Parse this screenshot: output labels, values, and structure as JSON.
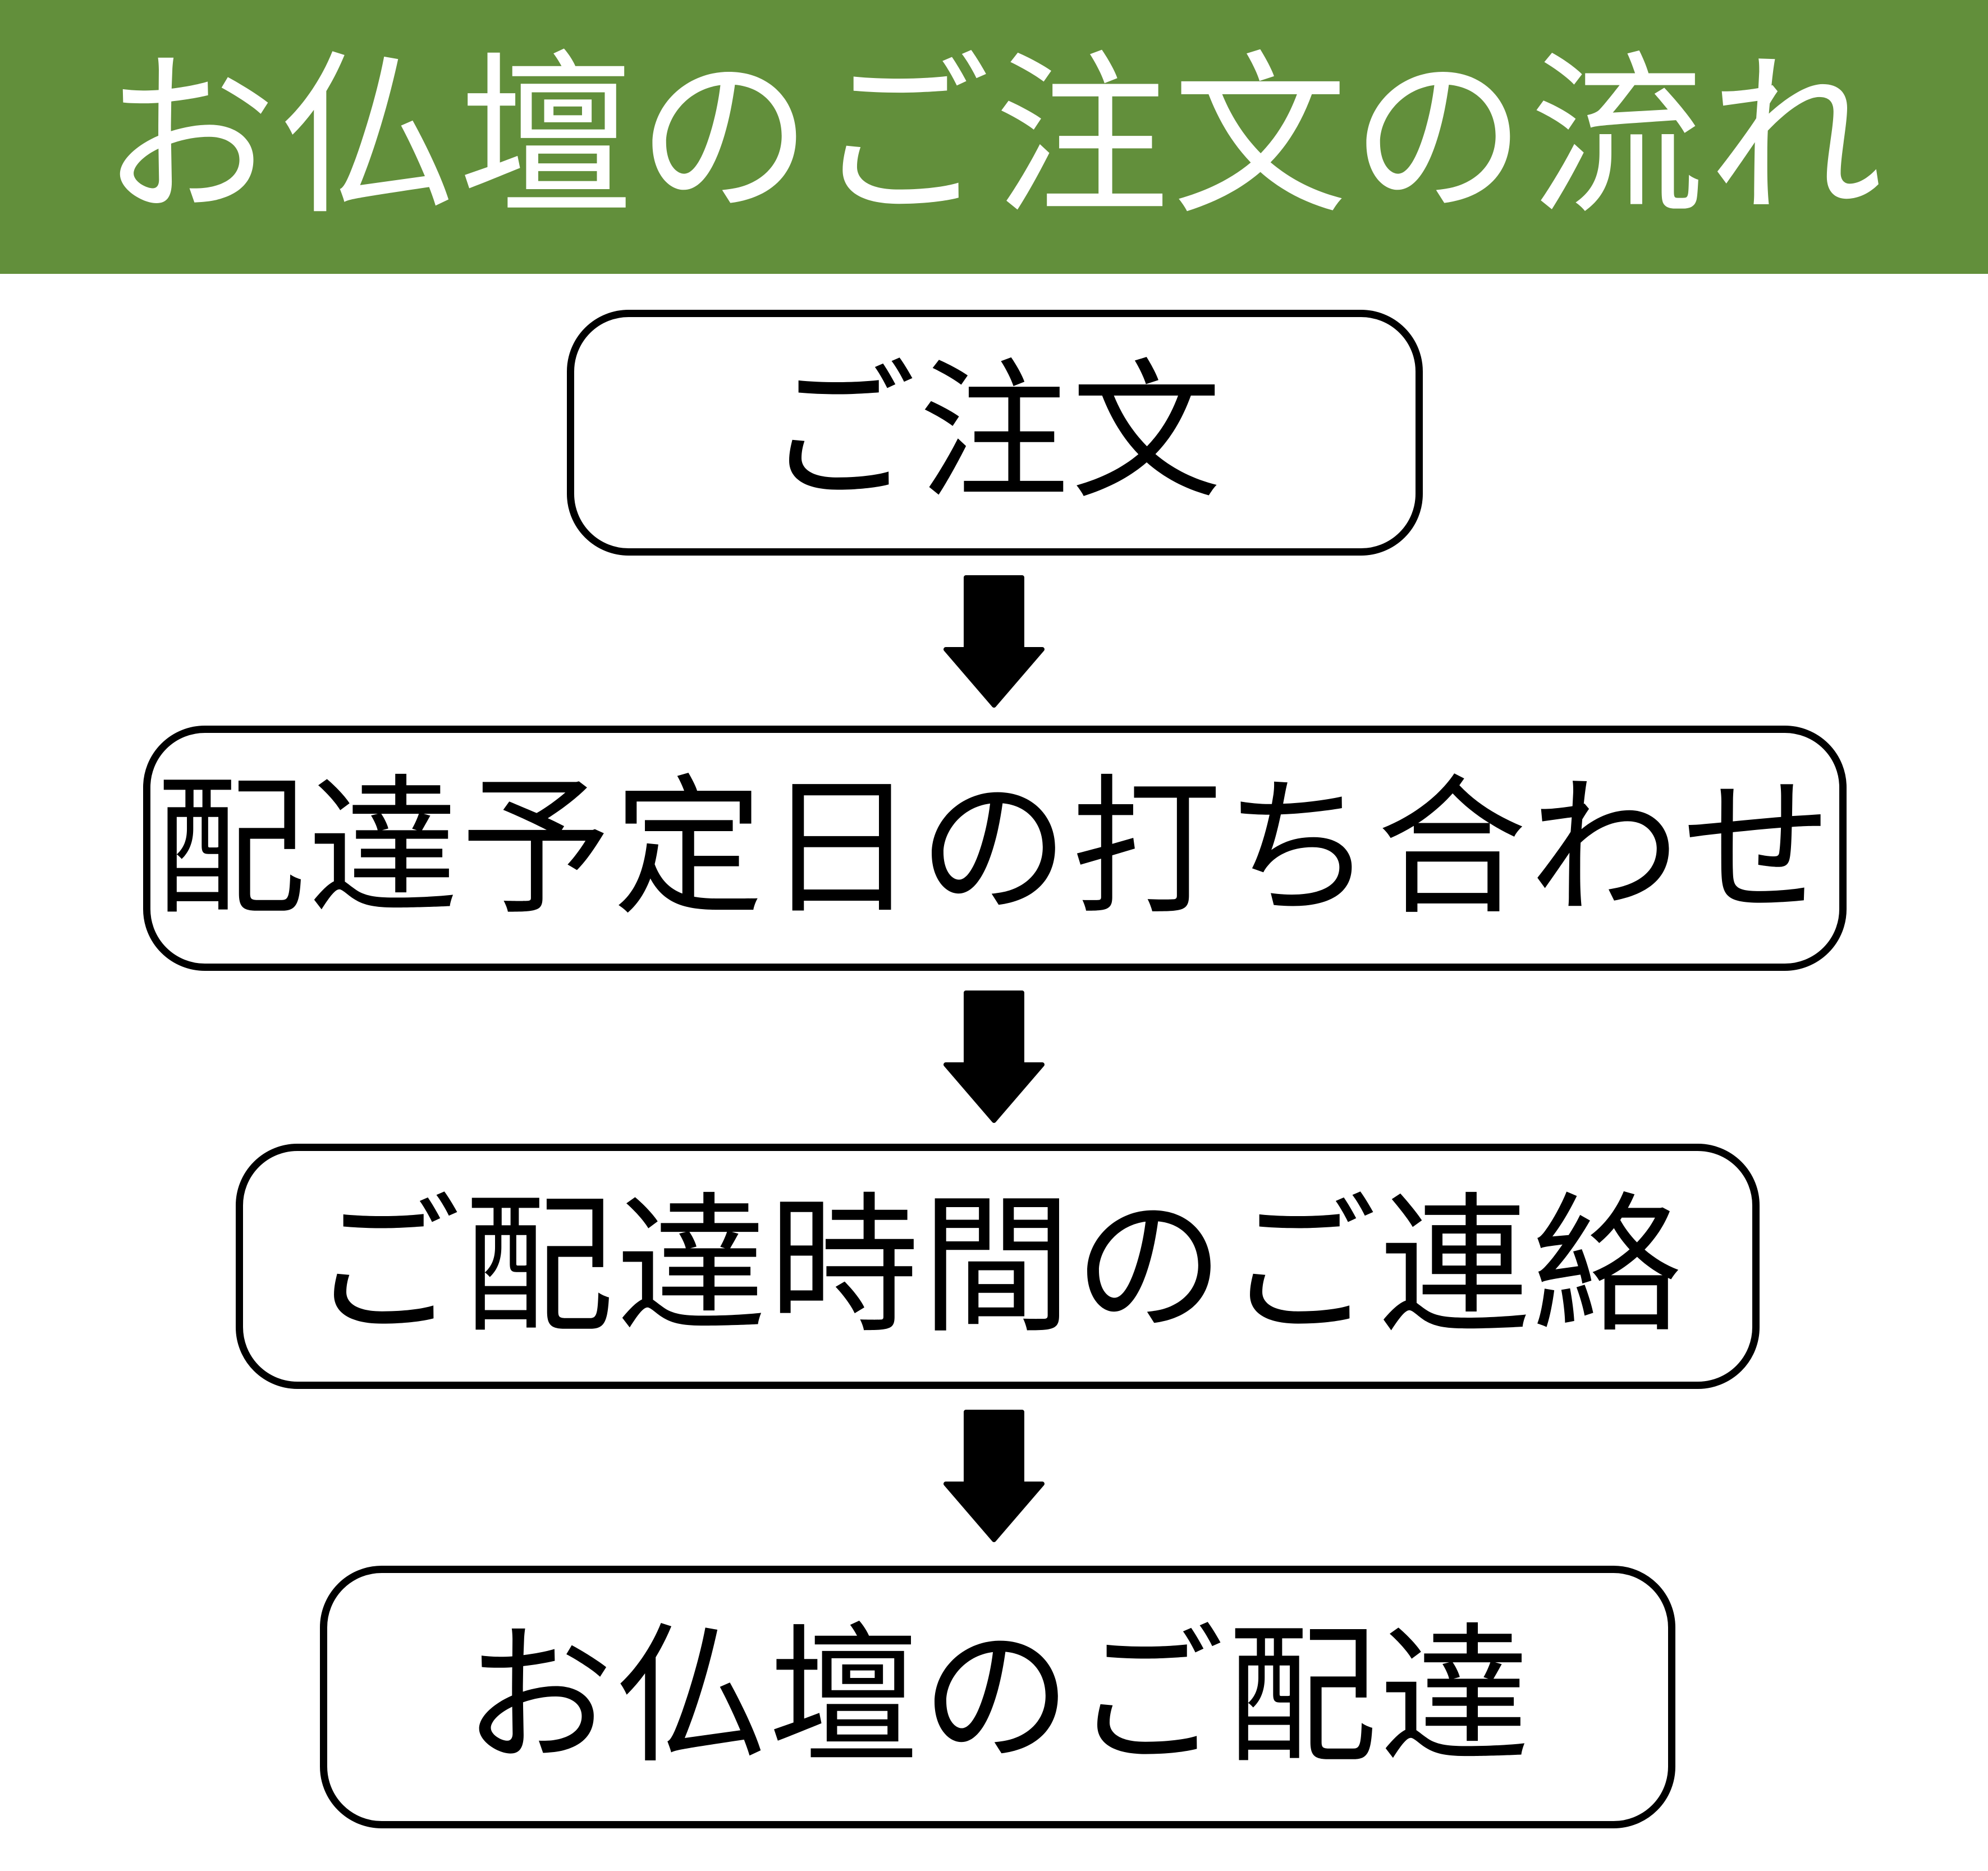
{
  "title": "お仏壇のご注文の流れ",
  "colors": {
    "header_bg": "#628F3B",
    "header_text": "#ffffff",
    "box_bg": "#ffffff",
    "box_border": "#000000",
    "arrow": "#000000",
    "page_bg": "#ffffff"
  },
  "steps": [
    {
      "label": "ご注文"
    },
    {
      "label": "配達予定日の打ち合わせ"
    },
    {
      "label": "ご配達時間のご連絡"
    },
    {
      "label": "お仏壇のご配達"
    }
  ],
  "arrow_icon": "down-arrow-icon"
}
